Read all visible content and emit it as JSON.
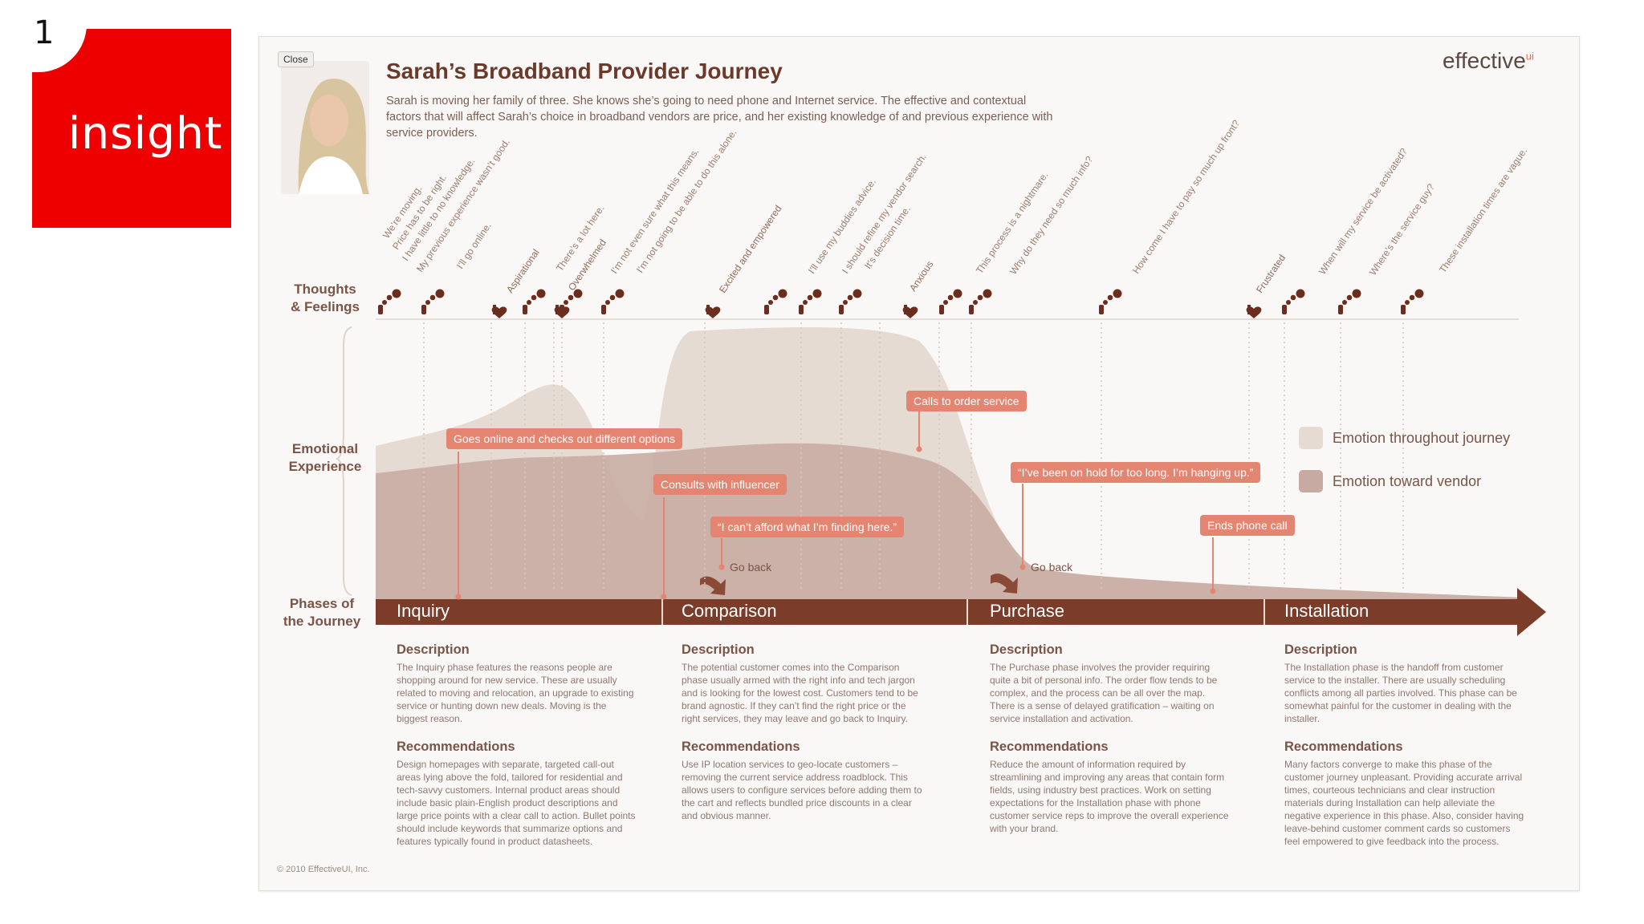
{
  "slide": {
    "number": "1",
    "brand": "insight"
  },
  "card": {
    "close_label": "Close",
    "title": "Sarah’s Broadband Provider Journey",
    "intro": "Sarah is moving her family of three. She knows she’s going to need phone and Internet service. The effective and contextual factors that will affect Sarah’s choice in broadband vendors are price, and her existing knowledge of and previous experience with service providers.",
    "logo": "effective",
    "logo_mark": "ui",
    "copyright": "© 2010 EffectiveUI, Inc."
  },
  "row_labels": {
    "thoughts": "Thoughts\n& Feelings",
    "emotional": "Emotional\nExperience",
    "phases": "Phases of\nthe Journey"
  },
  "thoughts": [
    "We’re moving.",
    "Price has to be right.",
    "I have little to no knowledge.",
    "My previous experience wasn’t good.",
    "I’ll go online.",
    "There’s a lot here.",
    "I’m not even sure what this means.",
    "I’m not going to be able to do this alone.",
    "I’ll use my buddies advice.",
    "I should refine my vendor search.",
    "It’s decision time.",
    "This process is a nightmare.",
    "Why do they need so much info?",
    "How come I have to pay so much up front?",
    "When will my service be activated?",
    "Where’s the service guy?",
    "These installation times are vague."
  ],
  "feelings": [
    "Aspirational",
    "Overwhelmed",
    "Excited and empowered",
    "Anxious",
    "Frustrated"
  ],
  "callouts": [
    "Goes online and checks out different options",
    "Consults with influencer",
    "“I can’t afford what I’m finding here.”",
    "Calls to order service",
    "“I’ve been on hold for too long. I’m hanging up.”",
    "Ends phone call"
  ],
  "go_back": [
    "Go back",
    "Go back"
  ],
  "legend": [
    {
      "label": "Emotion throughout journey",
      "color": "#e5dbd2"
    },
    {
      "label": "Emotion toward vendor",
      "color": "#c7aaa2"
    }
  ],
  "colors": {
    "accent": "#e48572",
    "bar": "#7b3d2a",
    "brand_red": "#ee0000"
  },
  "phases": [
    {
      "name": "Inquiry",
      "desc_heading": "Description",
      "description": "The Inquiry phase features the reasons people are shopping around for new service. These are usually related to moving and relocation, an upgrade to existing service or hunting down new deals. Moving is the biggest reason.",
      "rec_heading": "Recommendations",
      "recommendations": "Design homepages with separate, targeted call-out areas lying above the fold, tailored for residential and tech-savvy customers. Internal product areas should include basic plain-English product descriptions and large price points with a clear call to action. Bullet points should include keywords that summarize options and features typically found in product datasheets."
    },
    {
      "name": "Comparison",
      "desc_heading": "Description",
      "description": "The potential customer comes into the Comparison phase usually armed with the right info and tech jargon and is looking for the lowest cost. Customers tend to be brand agnostic. If they can’t find the right price or the right services, they may leave and go back to Inquiry.",
      "rec_heading": "Recommendations",
      "recommendations": "Use IP location services to geo-locate customers – removing the current service address roadblock. This allows users to configure services before adding them to the cart and reflects bundled price discounts in a clear and obvious manner."
    },
    {
      "name": "Purchase",
      "desc_heading": "Description",
      "description": "The Purchase phase involves the provider requiring quite a bit of personal info. The order flow tends to be complex, and the process can be all over the map. There is a sense of delayed gratification – waiting on service installation and activation.",
      "rec_heading": "Recommendations",
      "recommendations": "Reduce the amount of information required by streamlining and improving any areas that contain form fields, using industry best practices. Work on setting expectations for the Installation phase with phone customer service reps to improve the overall experience with your brand."
    },
    {
      "name": "Installation",
      "desc_heading": "Description",
      "description": "The Installation phase is the handoff from customer service to the installer. There are usually scheduling conflicts among all parties involved. This phase can be somewhat painful for the customer in dealing with the installer.",
      "rec_heading": "Recommendations",
      "recommendations": "Many factors converge to make this phase of the customer journey unpleasant. Providing accurate arrival times, courteous technicians and clear instruction materials during Installation can help alleviate the negative experience in this phase. Also, consider having leave-behind customer comment cards so customers feel empowered to give feedback into the process."
    }
  ]
}
